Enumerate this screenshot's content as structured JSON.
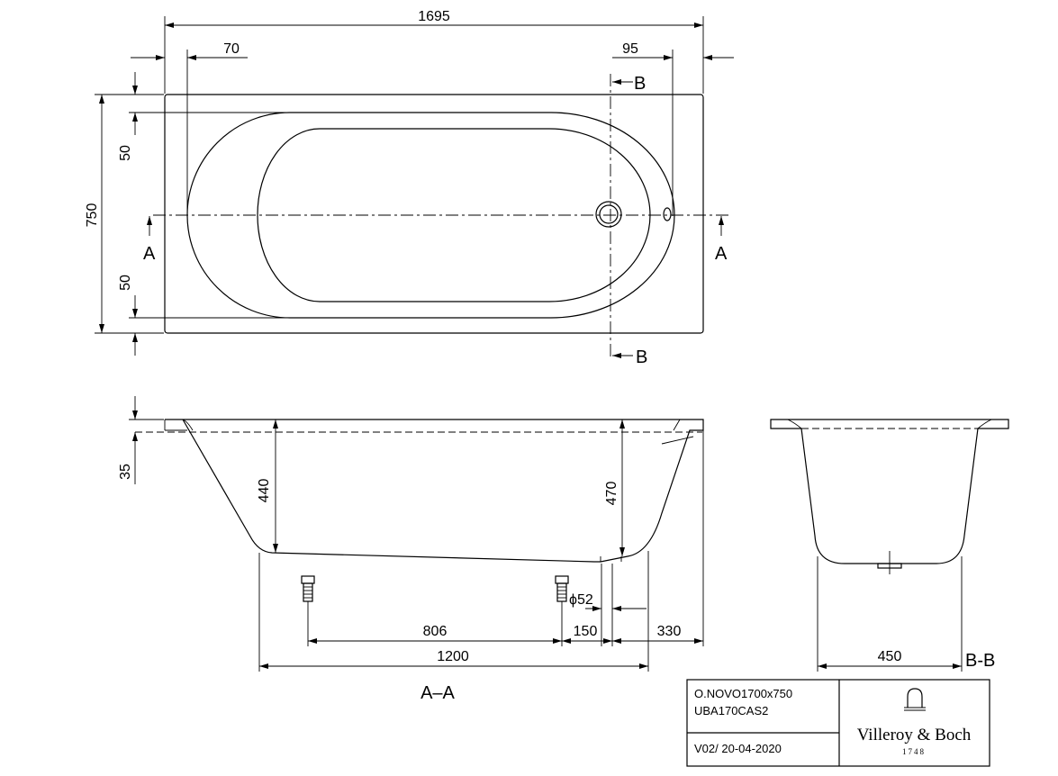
{
  "dimensions": {
    "overall_length": "1695",
    "left_offset": "70",
    "right_offset": "95",
    "overall_width": "750",
    "rim_top": "50",
    "rim_bottom": "50",
    "rim_height": "35",
    "depth_left": "440",
    "depth_right": "470",
    "waste_diameter": "ϕ52",
    "foot_spacing": "806",
    "foot_to_waste": "150",
    "waste_to_end": "330",
    "base_length": "1200",
    "end_width": "450"
  },
  "section_labels": {
    "section_a": "A",
    "section_b": "B",
    "section_aa": "A–A",
    "section_bb": "B-B"
  },
  "title_block": {
    "model": "O.NOVO1700x750",
    "code": "UBA170CAS2",
    "version": "V02/ 20-04-2020",
    "brand": "Villeroy & Boch",
    "year": "1748"
  }
}
